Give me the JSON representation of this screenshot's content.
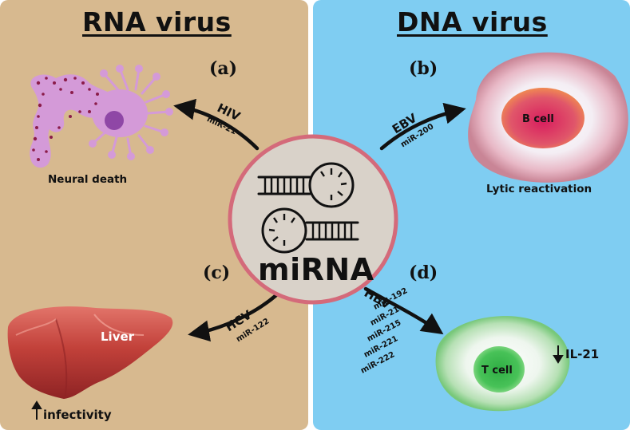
{
  "headings": {
    "left": "RNA virus",
    "right": "DNA virus"
  },
  "center": {
    "label": "miRNA"
  },
  "panels": {
    "a": {
      "letter": "(a)",
      "virus": "HIV",
      "mirna": "miR-21",
      "effect": "Neural death"
    },
    "b": {
      "letter": "(b)",
      "virus": "EBV",
      "mirna": "miR-200",
      "cell": "B cell",
      "effect": "Lytic reactivation"
    },
    "c": {
      "letter": "(c)",
      "virus": "HCV",
      "mirna": "miR-122",
      "organ": "Liver",
      "effect": "infectivity",
      "effect_direction": "up"
    },
    "d": {
      "letter": "(d)",
      "virus": "HBV",
      "mirnas": [
        "miR-192",
        "miR-21",
        "miR-215",
        "miR-221",
        "miR-222"
      ],
      "cell": "T cell",
      "effect": "IL-21",
      "effect_direction": "down"
    }
  },
  "colors": {
    "rna_panel": "#d7b98f",
    "dna_panel": "#7fcdf2",
    "center_circle_fill": "#d9d2c9",
    "center_circle_ring": "#d46a7a",
    "neuron": "#d49ad8",
    "b_cell_nucleus": "#d62a68",
    "t_cell_nucleus": "#33b84a",
    "liver": "#b83a34"
  }
}
